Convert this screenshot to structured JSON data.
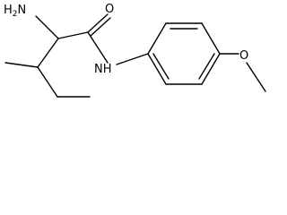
{
  "molecule": {
    "atoms": {
      "amino": "H2N",
      "carbonyl_oxygen": "O",
      "amide_nitrogen": "NH",
      "ether_oxygen": "O"
    }
  }
}
